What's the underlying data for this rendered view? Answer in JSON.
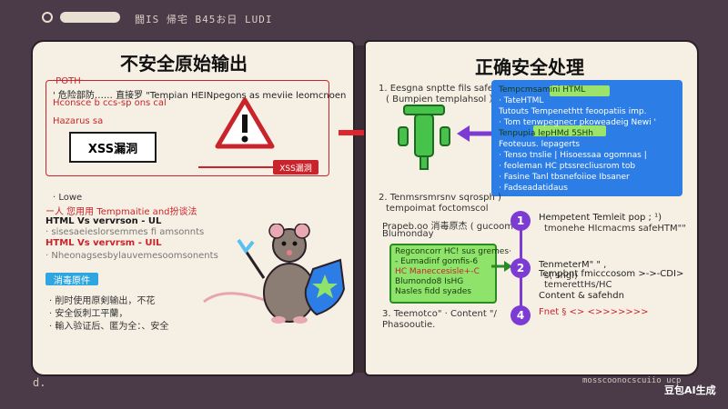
{
  "header": {
    "text": "闘IS 帰宅 B45お日 LUDI"
  },
  "left_page": {
    "title": "不安全原始输出",
    "warn_line_1": "·POTH·",
    "warn_line_2": "' 危险部防…… 直接罗 \"Tempian HEINpegons as meviie leomcnoen",
    "warn_line_3": "Hconsce b ccs-sp ons cal",
    "label_hazard": "Hazarus sa",
    "xss_label": "XSS漏洞",
    "tag_label": "XSS漏洞",
    "list_intro": "· Lowe",
    "list_1": "ー人 您用用 Tempmaitie and扮谈法",
    "list_2": "HTML Vs vervrson - UL",
    "list_3": "· sisesaeieslorsemmes fi amsonnts",
    "list_4": "HTML Vs vervrsm - UIL",
    "list_5": "· Nheonagsesbylauvemesoomsonents",
    "badge": "消毒原件",
    "bullet_1": "· 削时使用原剣输出，不花",
    "bullet_2": "· 安全仮刺工平蘭，",
    "bullet_3": "· 輸入验证后、匿为全：、安全"
  },
  "right_page": {
    "title": "正确安全处理",
    "intro_1": "1. Eesgna snptte fils safe處骨",
    "intro_2": "( Bumpien templahsol ）",
    "blue_lines": [
      "Tempcmsamini HTML",
      "· TateHTML",
      "Tutouts Tempenethtt feoopatiis imp.",
      "· Tom tenwpegnecr pkoweadeig Newi '",
      "Tenpupia lepHMd 5SHh",
      "Feoteuus. lepagerts",
      "· Tenso tnslie | Hisoessaa ogomnas |",
      "· feoleman HC ptssrecliusrom tob",
      "· Fasine Tanl tbsnefoiioe Ibsaner",
      "· Fadseadatidaus"
    ],
    "step2_intro_1": "2. Tenmsrsmrsnv sqrosph )",
    "step2_intro_2": "tempoimat foctomscol",
    "step2_intro_3": "Prapeb.oo 消毒原杰 ( gucoom- );",
    "step2_intro_4": "Blumonday",
    "green_lines": [
      "Regconcorr HC! sus gremes·",
      "- Eumadinf gomfis-6",
      "HC Maneccesisle+-C",
      "Blumondo8 IsHG",
      "Nasles fidd syades"
    ],
    "step3": "3. Teemotco\" · Content \"/",
    "step3_b": "Phasooutie.",
    "steps": [
      {
        "num": "1",
        "line_1": "Hempetent Temleit pop ; ¹)",
        "line_2": "tmonehe HIcmacms safeHTM\"\""
      },
      {
        "num": "2",
        "line_1": "TenmeterM\" \" ,",
        "line_2": "s( sngl)"
      },
      {
        "num": "",
        "line_1": "Tempbnt fmicccosom >->-CDI>",
        "line_2": "temerettHs/HC"
      },
      {
        "num": "",
        "line_1": "Content & safehdn",
        "line_2": ""
      },
      {
        "num": "4",
        "line_1": "Fnet § <> <>>>>>>>",
        "line_2": ""
      }
    ]
  },
  "footer": {
    "left_mark": "d.",
    "right_text": "mosscoonocscuiio ucp",
    "brand": "豆包AI生成"
  },
  "colors": {
    "danger": "#c9242b",
    "safe": "#2fa83a",
    "accent": "#7c3bd3",
    "blue_panel": "#2d7de6"
  }
}
